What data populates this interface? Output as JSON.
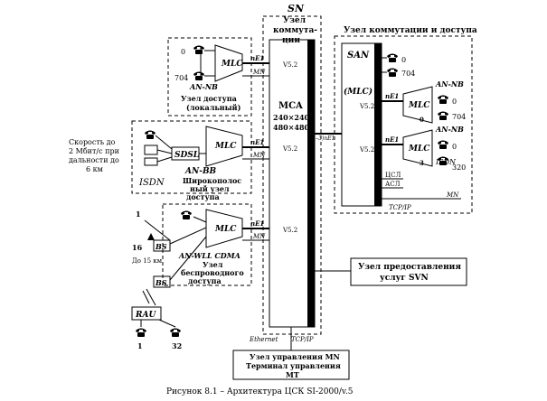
{
  "sn": {
    "label": "SN",
    "title_line1": "Узел",
    "title_line2": "коммута-",
    "title_line3": "ции",
    "mca": "MCA",
    "size1": "240×240",
    "size2": "480×480",
    "ethernet": "Ethernet",
    "tcpip": "TCP/IP"
  },
  "local": {
    "zero": "0",
    "n704": "704",
    "mlc": "MLC",
    "anb": "AN-NB",
    "label1": "Узел доступа",
    "label2": "(локальный)",
    "ne1": "nE1",
    "mn": "MN",
    "v52": "V5.2"
  },
  "bb": {
    "sdsl": "SDSL",
    "mlc": "MLC",
    "anbb": "AN-BB",
    "isdn": "ISDN",
    "label1": "Широкополос",
    "label2": "ный узел",
    "label3": "доступа",
    "ne1": "nE1",
    "mn": "MN",
    "v52": "V5.2",
    "speed1": "Скорость до",
    "speed2": "2 Мбит/с при",
    "speed3": "дальности до",
    "speed4": "6 км"
  },
  "wll": {
    "one": "1",
    "sixteen": "16",
    "bs": "BS",
    "dist": "До 15 км",
    "mlc": "MLC",
    "label0": "AN-WLL CDMA",
    "label1": "Узел",
    "label2": "беспроводного",
    "label3": "доступа",
    "ne1": "nE1",
    "mn": "MN",
    "v52": "V5.2",
    "rau": "RAU",
    "r1": "1",
    "r32": "32"
  },
  "remote": {
    "title": "Узел коммутации и доступа",
    "san": "SAN",
    "zero": "0",
    "n704": "704",
    "mlc_paren": "(MLC)",
    "ne1": "nE1",
    "mlc": "MLC",
    "anb": "AN-NB",
    "isdn": "ISDN",
    "n3": "3",
    "n0": "0",
    "n320": "320",
    "n704b": "704",
    "csl": "ЦСЛ",
    "asl": "АСЛ",
    "tcpip": "TCP/IP",
    "mn": "MN",
    "v52": "V5.2",
    "link": "(1–3)nE1"
  },
  "svn": {
    "line1": "Узел предоставления",
    "line2": "услуг SVN"
  },
  "mt": {
    "line1": "Узел управления MN",
    "line2": "Терминал управления",
    "line3": "MT"
  },
  "caption": "Рисунок 8.1 – Архитектура ЦСК SI-2000/v.5"
}
